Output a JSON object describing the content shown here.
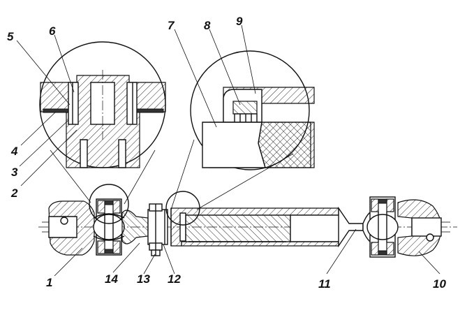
{
  "callouts": [
    {
      "id": "1",
      "text": "1"
    },
    {
      "id": "2",
      "text": "2"
    },
    {
      "id": "3",
      "text": "3"
    },
    {
      "id": "4",
      "text": "4"
    },
    {
      "id": "5",
      "text": "5"
    },
    {
      "id": "6",
      "text": "6"
    },
    {
      "id": "7",
      "text": "7"
    },
    {
      "id": "8",
      "text": "8"
    },
    {
      "id": "9",
      "text": "9"
    },
    {
      "id": "10",
      "text": "10"
    },
    {
      "id": "11",
      "text": "11"
    },
    {
      "id": "12",
      "text": "12"
    },
    {
      "id": "13",
      "text": "13"
    },
    {
      "id": "14",
      "text": "14"
    }
  ],
  "colors": {
    "line": "#111111",
    "background": "#ffffff"
  }
}
